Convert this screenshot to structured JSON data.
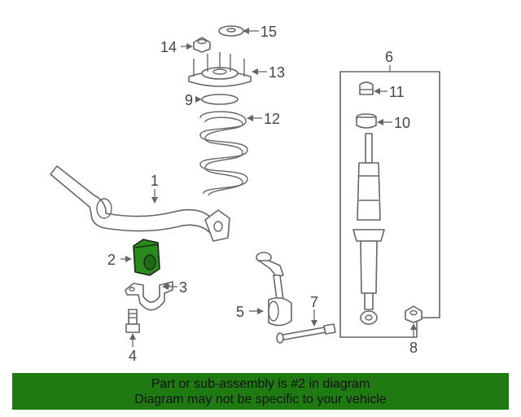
{
  "callouts": [
    {
      "id": "1",
      "label": "1"
    },
    {
      "id": "2",
      "label": "2"
    },
    {
      "id": "3",
      "label": "3"
    },
    {
      "id": "4",
      "label": "4"
    },
    {
      "id": "5",
      "label": "5"
    },
    {
      "id": "6",
      "label": "6"
    },
    {
      "id": "7",
      "label": "7"
    },
    {
      "id": "8",
      "label": "8"
    },
    {
      "id": "9",
      "label": "9"
    },
    {
      "id": "10",
      "label": "10"
    },
    {
      "id": "11",
      "label": "11"
    },
    {
      "id": "12",
      "label": "12"
    },
    {
      "id": "13",
      "label": "13"
    },
    {
      "id": "14",
      "label": "14"
    },
    {
      "id": "15",
      "label": "15"
    }
  ],
  "highlight_color": "#2b8a1c",
  "banner": {
    "line1": "Part or sub-assembly is #2 in diagram",
    "line2": "Diagram may not be specific to your vehicle",
    "background": "#1f7a12"
  }
}
